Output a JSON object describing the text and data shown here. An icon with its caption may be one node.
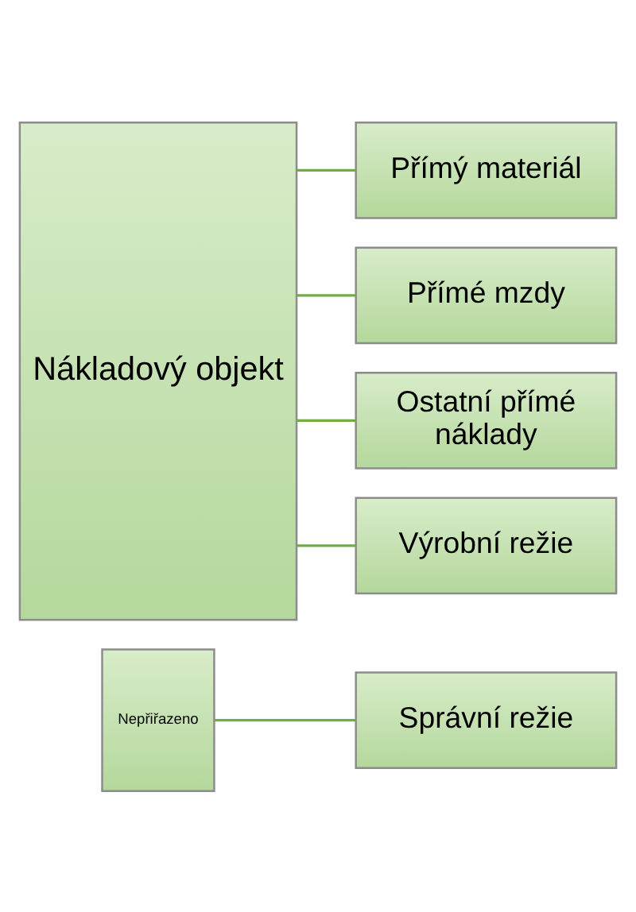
{
  "diagram": {
    "nodes": [
      {
        "text": [
          "Nákladový objekt"
        ]
      },
      {
        "text": [
          "Přímý materiál"
        ]
      },
      {
        "text": [
          "Přímé mzdy"
        ]
      },
      {
        "text": [
          "Ostatní přímé náklady"
        ]
      },
      {
        "text": [
          "Výrobní režie"
        ]
      },
      {
        "text": [
          "Nepřiřazeno"
        ]
      },
      {
        "text": [
          "Správní režie"
        ]
      }
    ],
    "edges": [
      {
        "from": 0,
        "to": 1,
        "arrow": "none"
      },
      {
        "from": 0,
        "to": 2,
        "arrow": "none"
      },
      {
        "from": 0,
        "to": 3,
        "arrow": "none"
      },
      {
        "from": 0,
        "to": 4,
        "arrow": "none"
      },
      {
        "from": 5,
        "to": 6,
        "arrow": "none"
      }
    ]
  }
}
